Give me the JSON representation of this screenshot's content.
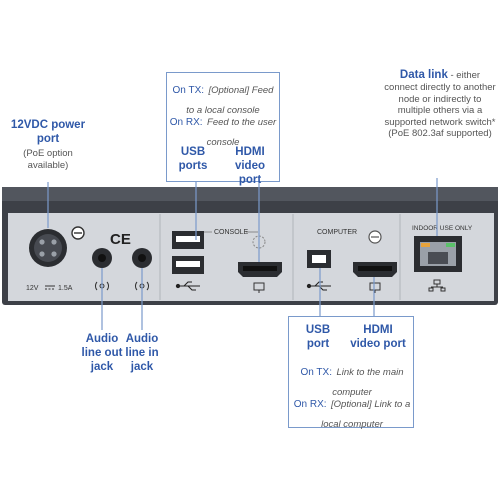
{
  "power": {
    "title": "12VDC power port",
    "note": "(PoE option available)"
  },
  "audio_out": {
    "label": "Audio line out jack"
  },
  "audio_in": {
    "label": "Audio line in jack"
  },
  "console_callout": {
    "tx_prefix": "On TX:",
    "tx_text": "[Optional] Feed to a local console",
    "rx_prefix": "On RX:",
    "rx_text": "Feed to the user console",
    "usb_label": "USB ports",
    "hdmi_label": "HDMI video port"
  },
  "datalink": {
    "title": "Data link",
    "text": "- either connect directly to another node or indirectly to multiple others via a supported network switch*",
    "poe": "(PoE 802.3af supported)"
  },
  "computer_callout": {
    "usb_label": "USB port",
    "hdmi_label": "HDMI video port",
    "tx_prefix": "On TX:",
    "tx_text": "Link to the main computer",
    "rx_prefix": "On RX:",
    "rx_text": "[Optional] Link to a local computer"
  },
  "panel": {
    "console": "CONSOLE",
    "computer": "COMPUTER",
    "indoor": "INDOOR USE ONLY",
    "rating": "12V",
    "current": "1.5A",
    "ce": "CE"
  },
  "colors": {
    "accent": "#2f58a8",
    "panel": "#d4d7dc",
    "housing": "#3d4047",
    "callout_border": "#7a9acb"
  }
}
